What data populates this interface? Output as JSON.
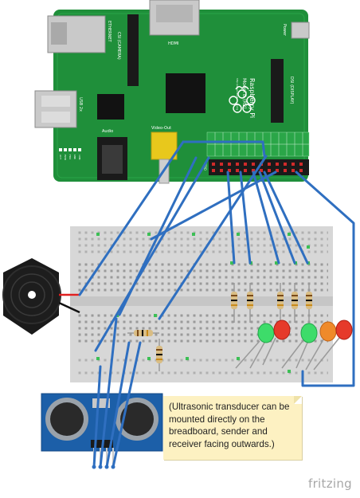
{
  "board": {
    "title_line1": "Raspberry Pi",
    "title_line2": "Model B (R2)",
    "title_line3": "http://www.raspberrypi.org",
    "ports": {
      "ethernet": "ETHERNET",
      "camera": "CSI (CAMERA)",
      "hdmi": "HDMI",
      "power": "Power",
      "usb": "USB 2x",
      "audio": "Audio",
      "video": "Video-Out",
      "display": "DSI (DISPLAY)",
      "gpio": "GPIO"
    },
    "leds": [
      "ACT",
      "PWR",
      "FDX",
      "LNK",
      "10M"
    ]
  },
  "note": {
    "text": "(Ultrasonic transducer can be mounted directly on the breadboard, sender and receiver facing outwards.)"
  },
  "watermark": "fritzing",
  "colors": {
    "pcb": "#1f8f3a",
    "wire": "#2f6fc0",
    "breadboard": "#d7d7d7",
    "sensor": "#1c5fa8",
    "led_green": "#3ddc6a",
    "led_red": "#e63a2a",
    "led_orange": "#ef8a2a",
    "note_bg": "#fdf1c2"
  }
}
